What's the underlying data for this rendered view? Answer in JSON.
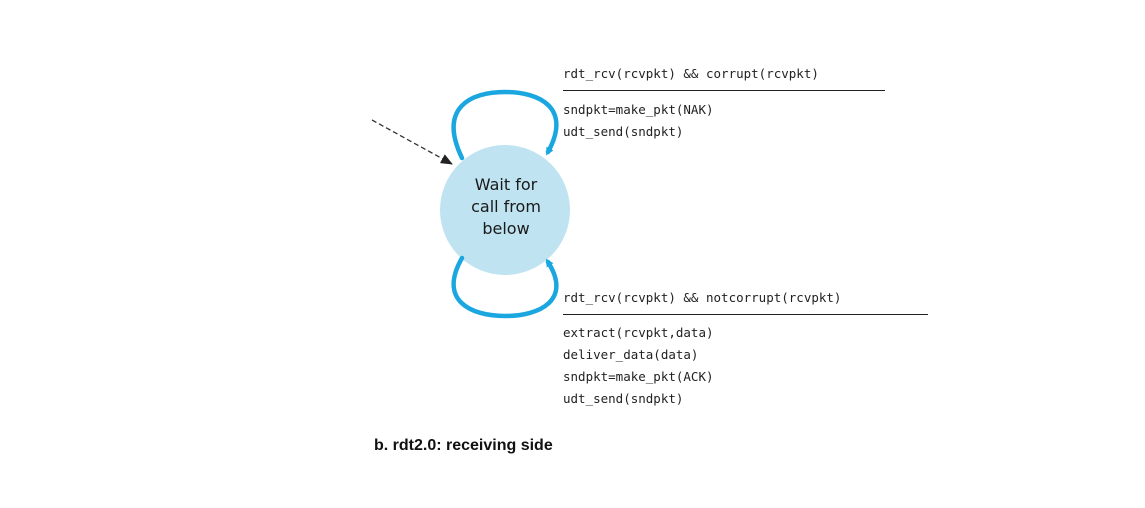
{
  "state": {
    "label_lines": [
      "Wait for",
      "call from",
      "below"
    ]
  },
  "top_transition": {
    "event": "rdt_rcv(rcvpkt) && corrupt(rcvpkt)",
    "actions": [
      "sndpkt=make_pkt(NAK)",
      "udt_send(sndpkt)"
    ]
  },
  "bottom_transition": {
    "event": "rdt_rcv(rcvpkt) && notcorrupt(rcvpkt)",
    "actions": [
      "extract(rcvpkt,data)",
      "deliver_data(data)",
      "sndpkt=make_pkt(ACK)",
      "udt_send(sndpkt)"
    ]
  },
  "caption": "b.  rdt2.0: receiving side",
  "colors": {
    "state_fill": "#bfe3f1",
    "loop_stroke": "#1aa7e0",
    "initial_arrow": "#333333"
  }
}
